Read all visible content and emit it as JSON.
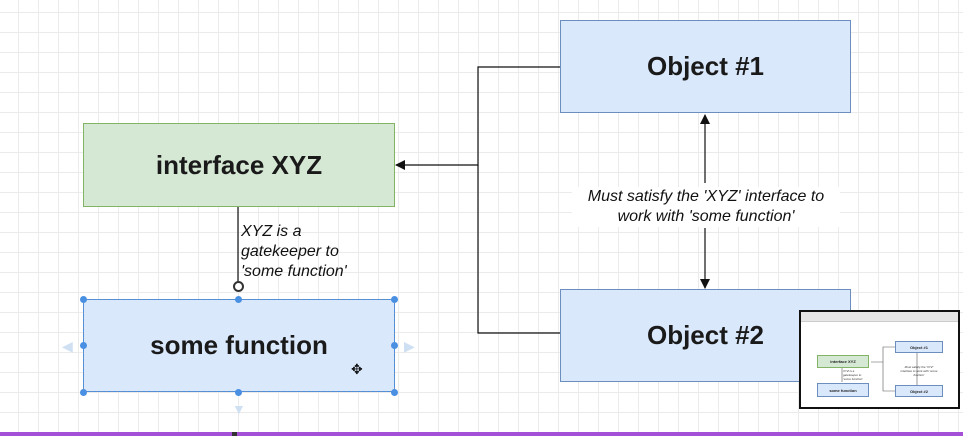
{
  "diagram": {
    "nodes": {
      "interface": {
        "label": "interface XYZ"
      },
      "some_function": {
        "label": "some function"
      },
      "object1": {
        "label": "Object #1"
      },
      "object2": {
        "label": "Object #2"
      }
    },
    "labels": {
      "gatekeeper": [
        "XYZ is a",
        "gatekeeper to",
        "'some function'"
      ],
      "must_satisfy": [
        "Must satisfy the 'XYZ' interface to",
        "work with 'some function'"
      ]
    },
    "colors": {
      "green_fill": "#d5e8d4",
      "green_stroke": "#82b366",
      "blue_fill": "#dae8fc",
      "blue_stroke": "#6c8ebf",
      "selection": "#4a90e2",
      "accent_bar": "#a34fd8"
    }
  },
  "thumbnail": {
    "interface": "interface XYZ",
    "some_function": "some function",
    "object1": "Object #1",
    "object2": "Object #2",
    "gatekeeper": "XYZ is a gatekeeper to 'some function'",
    "must_satisfy": "Must satisfy the 'XYZ' interface to work with 'some function'"
  },
  "icons": [
    "move-cursor-icon",
    "connection-anchor-icon",
    "expand-arrow-icon"
  ]
}
